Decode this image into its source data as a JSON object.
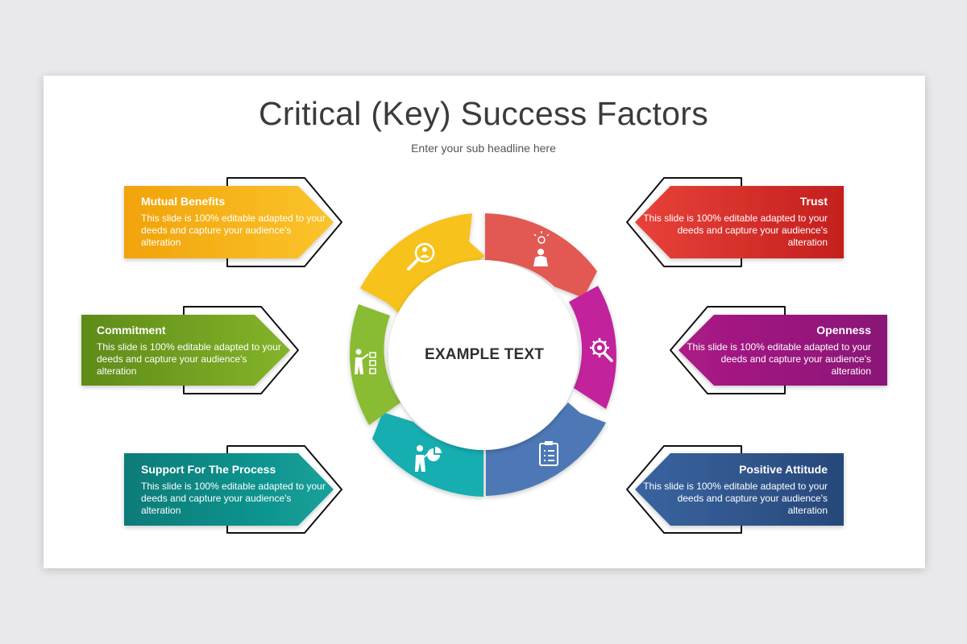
{
  "title": "Critical (Key) Success Factors",
  "subtitle": "Enter your sub headline here",
  "center_text": "EXAMPLE TEXT",
  "factors": [
    {
      "title": "Mutual Benefits",
      "desc": "This slide is 100% editable adapted to your deeds and capture your audience's alteration",
      "color": "#f3ae07",
      "icon": "magnifier-user-icon"
    },
    {
      "title": "Commitment",
      "desc": "This slide is 100% editable adapted to your deeds and capture your audience's alteration",
      "color": "#6f9a1e",
      "icon": "presenter-checklist-icon"
    },
    {
      "title": "Support For The Process",
      "desc": "This slide is 100% editable adapted to your deeds and capture your audience's alteration",
      "color": "#0e8a86",
      "icon": "presenter-pie-chart-icon"
    },
    {
      "title": "Trust",
      "desc": "This slide is 100% editable adapted to your deeds and capture your audience's alteration",
      "color": "#d42a27",
      "icon": "idea-person-icon"
    },
    {
      "title": "Openness",
      "desc": "This slide is 100% editable adapted to your deeds and capture your audience's alteration",
      "color": "#9a1680",
      "icon": "gear-magnifier-icon"
    },
    {
      "title": "Positive Attitude",
      "desc": "This slide is 100% editable adapted to your deeds and capture your audience's alteration",
      "color": "#2e5387",
      "icon": "clipboard-checklist-icon"
    }
  ]
}
